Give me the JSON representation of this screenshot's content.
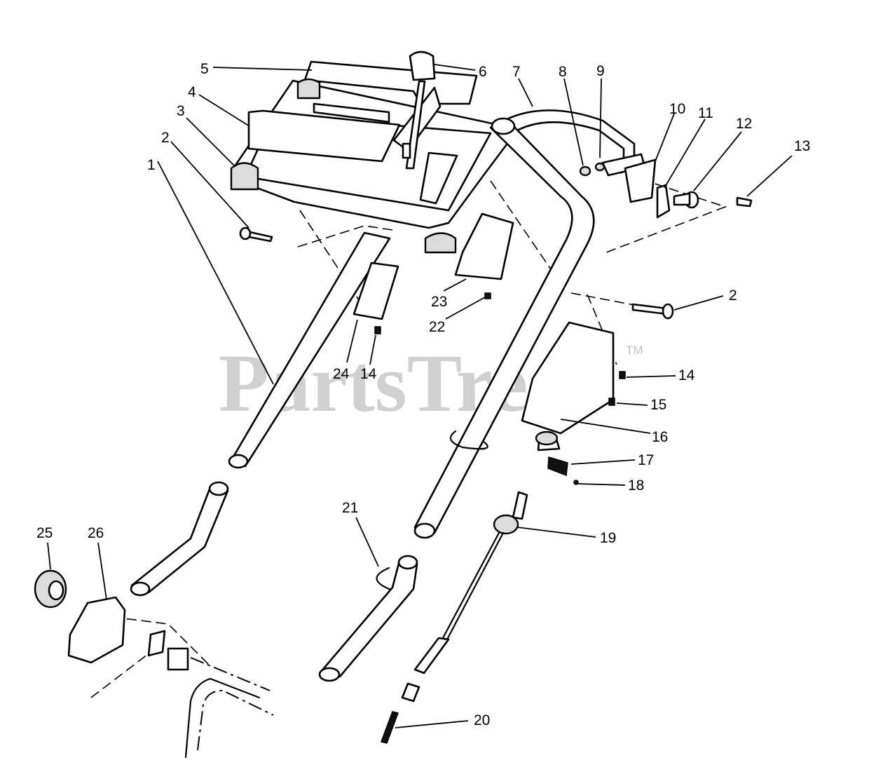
{
  "watermark": {
    "text": "PartsTree",
    "trademark": "TM"
  },
  "callouts": [
    {
      "id": "c1",
      "text": "1"
    },
    {
      "id": "c2a",
      "text": "2"
    },
    {
      "id": "c3",
      "text": "3"
    },
    {
      "id": "c4",
      "text": "4"
    },
    {
      "id": "c5",
      "text": "5"
    },
    {
      "id": "c6",
      "text": "6"
    },
    {
      "id": "c7",
      "text": "7"
    },
    {
      "id": "c8",
      "text": "8"
    },
    {
      "id": "c9",
      "text": "9"
    },
    {
      "id": "c10",
      "text": "10"
    },
    {
      "id": "c11",
      "text": "11"
    },
    {
      "id": "c12",
      "text": "12"
    },
    {
      "id": "c13",
      "text": "13"
    },
    {
      "id": "c2b",
      "text": "2"
    },
    {
      "id": "c23",
      "text": "23"
    },
    {
      "id": "c22",
      "text": "22"
    },
    {
      "id": "c24",
      "text": "24"
    },
    {
      "id": "c14a",
      "text": "14"
    },
    {
      "id": "c14b",
      "text": "14"
    },
    {
      "id": "c15",
      "text": "15"
    },
    {
      "id": "c16",
      "text": "16"
    },
    {
      "id": "c17",
      "text": "17"
    },
    {
      "id": "c18",
      "text": "18"
    },
    {
      "id": "c19",
      "text": "19"
    },
    {
      "id": "c20",
      "text": "20"
    },
    {
      "id": "c21",
      "text": "21"
    },
    {
      "id": "c25",
      "text": "25"
    },
    {
      "id": "c26",
      "text": "26"
    }
  ]
}
